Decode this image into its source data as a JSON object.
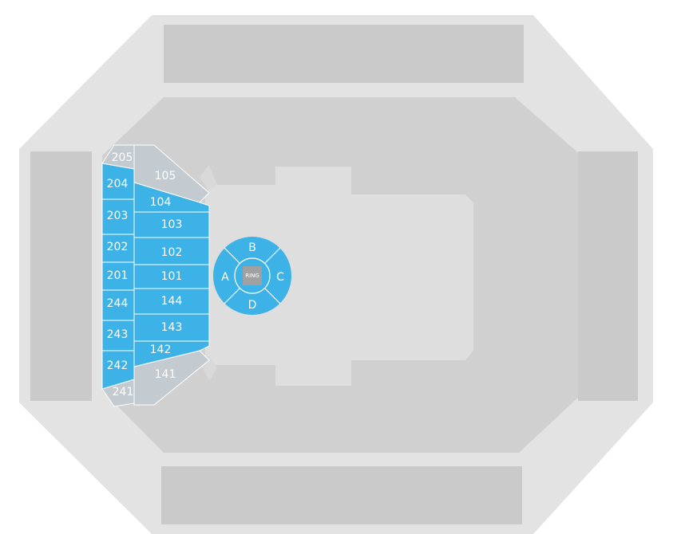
{
  "colors": {
    "background": "#ffffff",
    "venue_outer": "#e3e3e3",
    "venue_inner": "#d0d0d0",
    "floor": "#dedede",
    "blocks": "#cacaca",
    "available": "#3db2e6",
    "unavailable": "#c4cbd0",
    "lines": "#ffffff",
    "ring": "#a0a0a0"
  },
  "sections": {
    "s205": "205",
    "s105": "105",
    "s204": "204",
    "s104": "104",
    "s203": "203",
    "s103": "103",
    "s202": "202",
    "s102": "102",
    "s201": "201",
    "s101": "101",
    "s244": "244",
    "s144": "144",
    "s243": "243",
    "s143": "143",
    "s242": "242",
    "s142": "142",
    "s241": "241",
    "s141": "141"
  },
  "floor_sections": {
    "a": "A",
    "b": "B",
    "c": "C",
    "d": "D"
  },
  "ring_label": "RING"
}
